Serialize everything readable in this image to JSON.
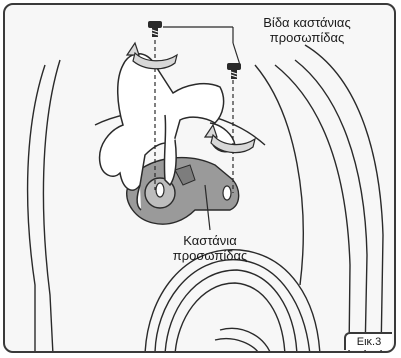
{
  "labels": {
    "screw_line1": "Βίδα καστάνιας",
    "screw_line2": "προσωπίδας",
    "ratchet_line1": "Καστάνια",
    "ratchet_line2": "προσωπίδας"
  },
  "figure_tag": "Εικ.3",
  "icons": [
    "screw-icon",
    "rotation-arrow-icon",
    "hand-illustration",
    "helmet-illustration"
  ],
  "colors": {
    "frame": "#3a3a3a",
    "background": "#f7f7f7",
    "part_fill": "#9a9a9a",
    "arrow_fill": "#d8d8d8"
  }
}
